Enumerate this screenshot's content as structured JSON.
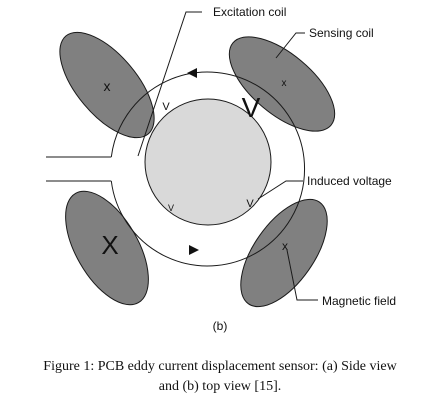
{
  "labels": {
    "excitation_coil": "Excitation coil",
    "sensing_coil": "Sensing coil",
    "induced_voltage": "Induced voltage",
    "magnetic_field": "Magnetic field",
    "panel": "(b)"
  },
  "marks": {
    "coil_top_left": "x",
    "coil_top_right": "x",
    "coil_bottom_left": "X",
    "coil_bottom_right": "x",
    "voltage_small_left": "V",
    "voltage_large": "V",
    "voltage_bottom_left": "V",
    "voltage_bottom_right": "V"
  },
  "caption": {
    "line1": "Figure 1: PCB eddy current displacement sensor: (a) Side view",
    "line2": "and (b) top view [15]."
  },
  "colors": {
    "sensing_coil_fill": "#808080",
    "target_fill": "#d9d9d9",
    "stroke": "#1a1a1a"
  }
}
